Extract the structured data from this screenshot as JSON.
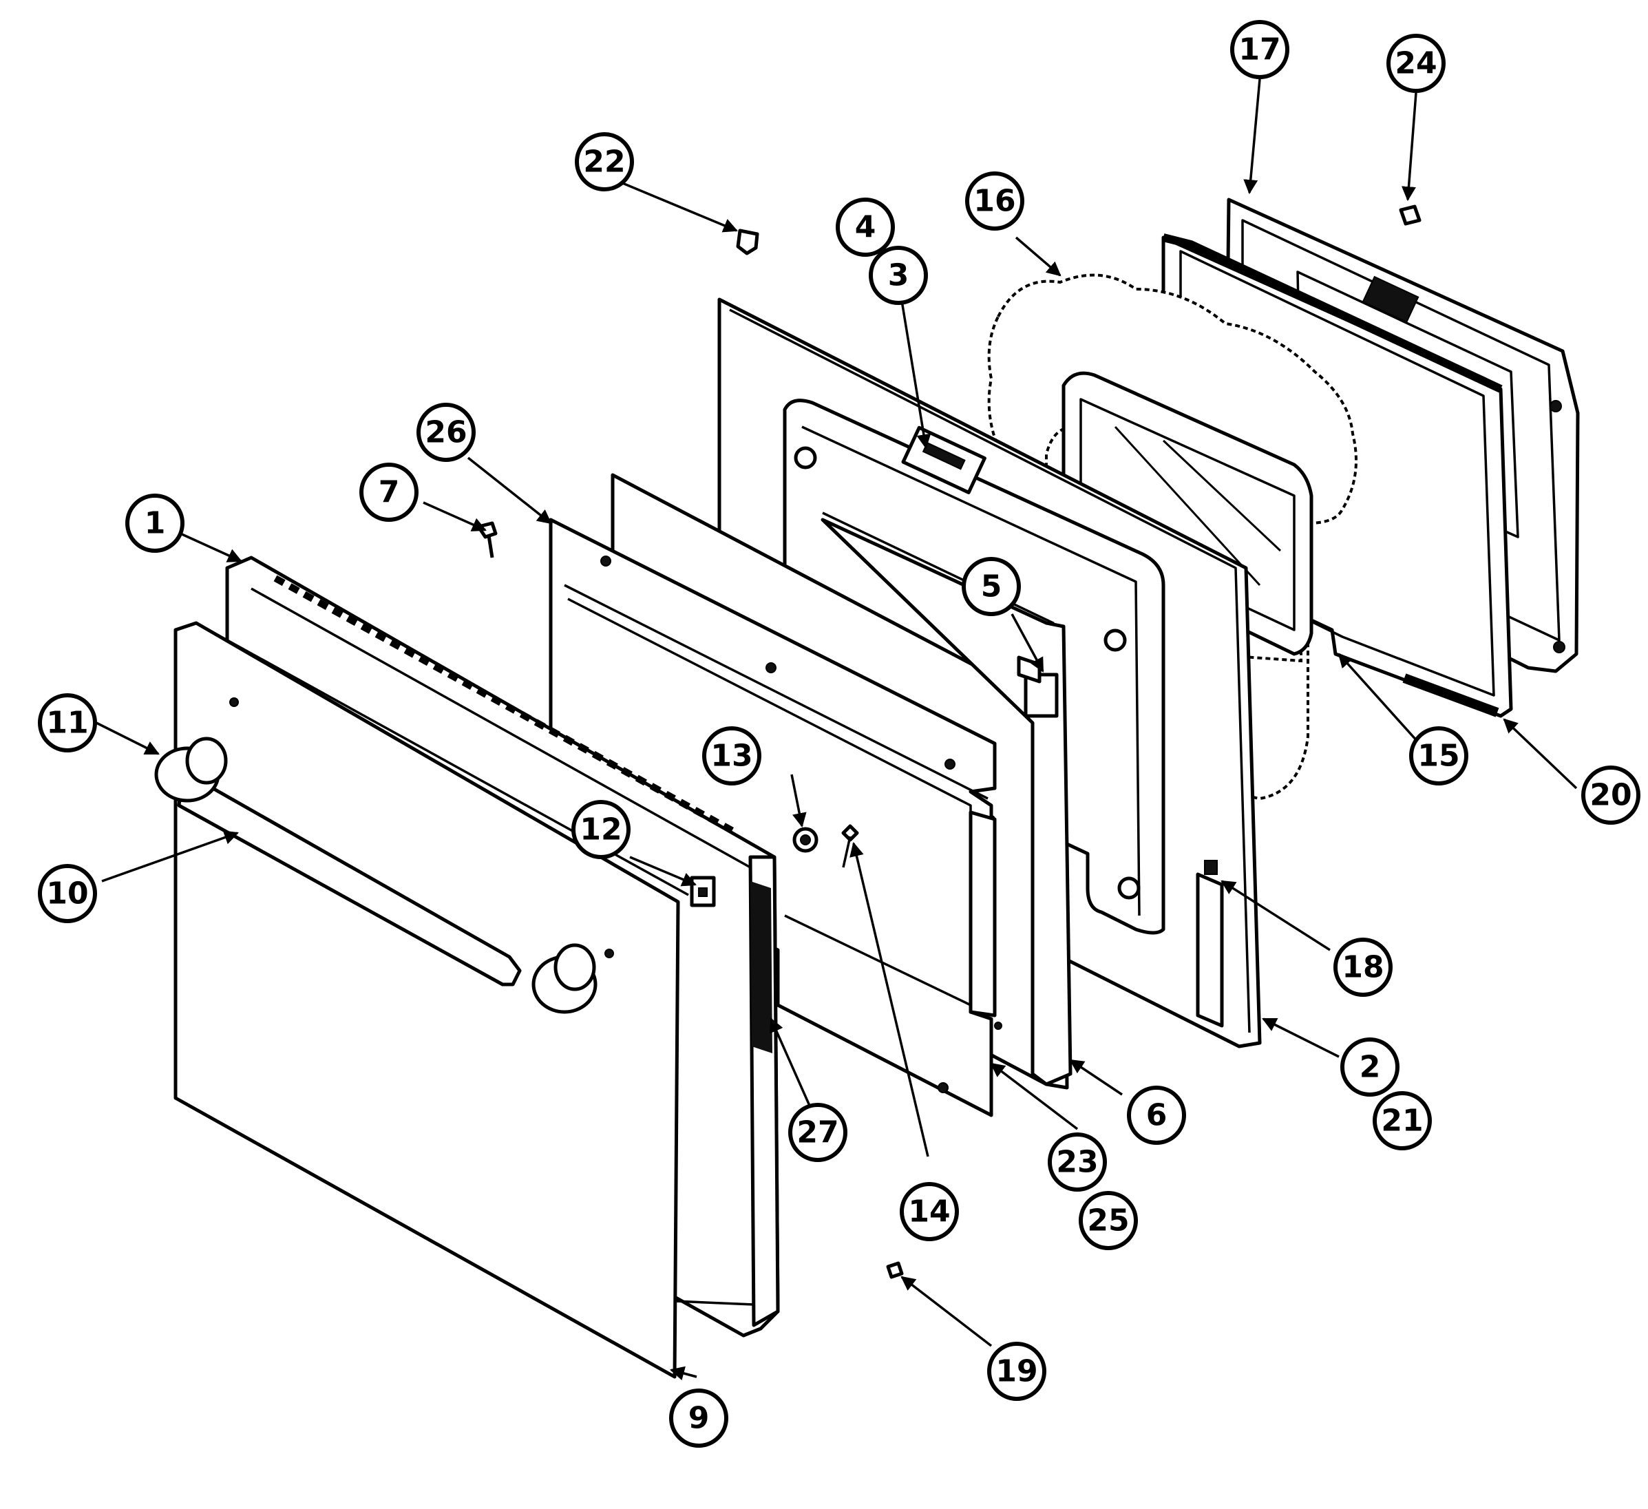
{
  "callouts": [
    {
      "label": "1"
    },
    {
      "label": "2"
    },
    {
      "label": "3"
    },
    {
      "label": "4"
    },
    {
      "label": "5"
    },
    {
      "label": "6"
    },
    {
      "label": "7"
    },
    {
      "label": "9"
    },
    {
      "label": "10"
    },
    {
      "label": "11"
    },
    {
      "label": "12"
    },
    {
      "label": "13"
    },
    {
      "label": "14"
    },
    {
      "label": "15"
    },
    {
      "label": "16"
    },
    {
      "label": "17"
    },
    {
      "label": "18"
    },
    {
      "label": "19"
    },
    {
      "label": "20"
    },
    {
      "label": "21"
    },
    {
      "label": "22"
    },
    {
      "label": "23"
    },
    {
      "label": "24"
    },
    {
      "label": "25"
    },
    {
      "label": "26"
    },
    {
      "label": "27"
    }
  ]
}
